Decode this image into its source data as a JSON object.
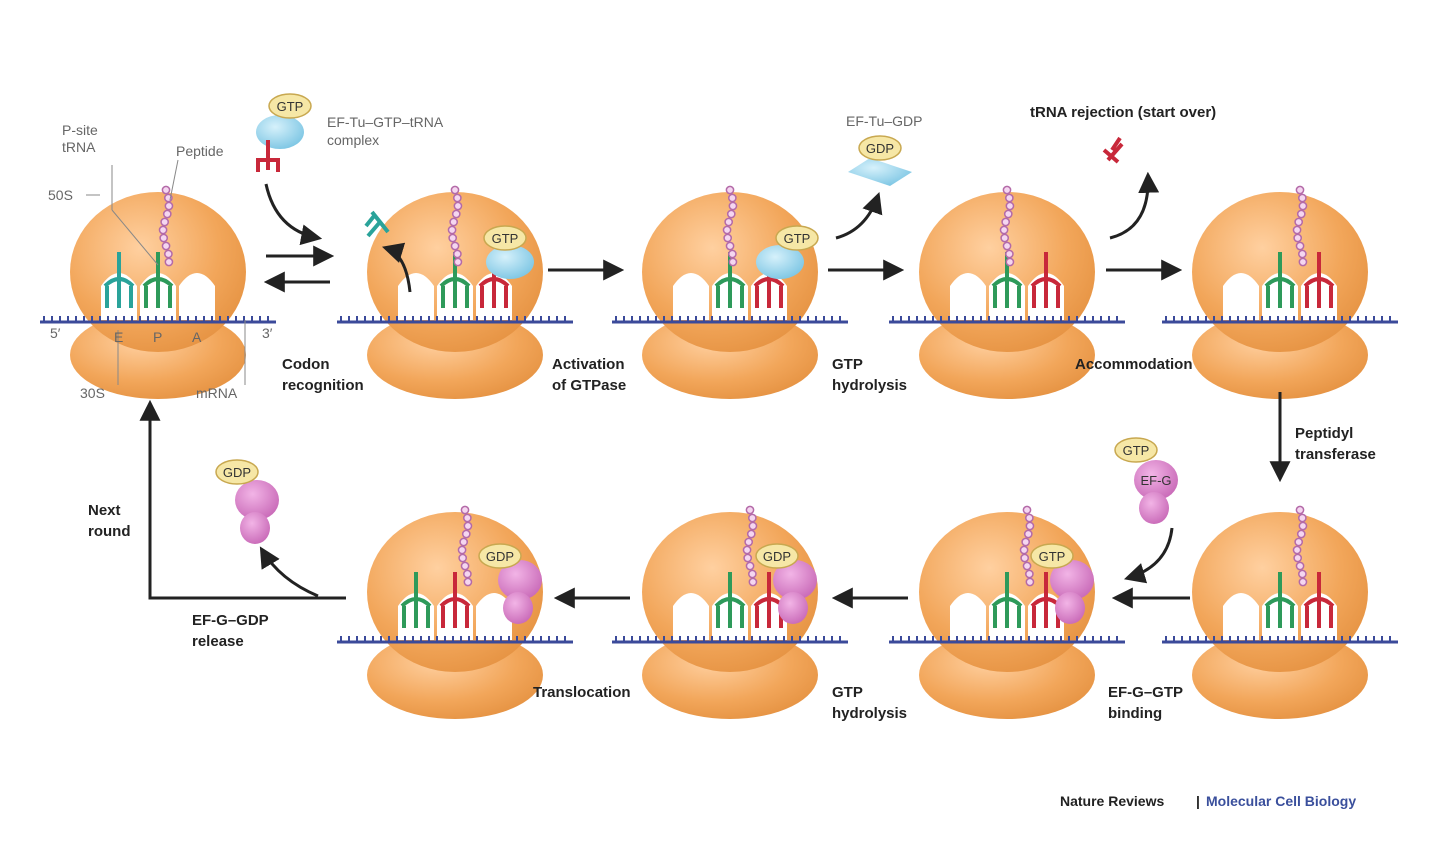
{
  "labels": {
    "p_site_trna": [
      "P-site",
      "tRNA"
    ],
    "peptide": "Peptide",
    "subunit_50s": "50S",
    "subunit_30s": "30S",
    "mrna": "mRNA",
    "five_prime": "5′",
    "three_prime": "3′",
    "site_e": "E",
    "site_p": "P",
    "site_a": "A",
    "ef_tu_complex": [
      "EF-Tu–GTP–tRNA",
      "complex"
    ],
    "ef_tu_gdp": "EF-Tu–GDP",
    "trna_rejection": "tRNA rejection (start over)",
    "next_round": [
      "Next",
      "round"
    ],
    "ef_g": "EF-G"
  },
  "steps": {
    "codon_recognition": [
      "Codon",
      "recognition"
    ],
    "activation_gtpase": [
      "Activation",
      "of GTPase"
    ],
    "gtp_hydrolysis_1": [
      "GTP",
      "hydrolysis"
    ],
    "accommodation": "Accommodation",
    "peptidyl_transferase": [
      "Peptidyl",
      "transferase"
    ],
    "ef_g_gtp_binding": [
      "EF-G–GTP",
      "binding"
    ],
    "gtp_hydrolysis_2": [
      "GTP",
      "hydrolysis"
    ],
    "translocation": "Translocation",
    "ef_g_gdp_release": [
      "EF-G–GDP",
      "release"
    ]
  },
  "pills": {
    "gtp": "GTP",
    "gdp": "GDP"
  },
  "footer": {
    "journal": "Nature Reviews",
    "separator": "|",
    "section": "Molecular Cell Biology"
  },
  "colors": {
    "ribosome": "#f2a65a",
    "ribosome_edge": "#d98a3c",
    "mrna": "#3b4a9a",
    "trna_teal": "#2aa39a",
    "trna_green": "#2e9a5a",
    "trna_red": "#c8283a",
    "peptide": "#b46aa8",
    "ef_tu": "#8fd0ea",
    "ef_g": "#d77ac6",
    "pill_fill": "#f6e7a6",
    "pill_edge": "#c8a850",
    "footer_section": "#3a4f9c"
  }
}
